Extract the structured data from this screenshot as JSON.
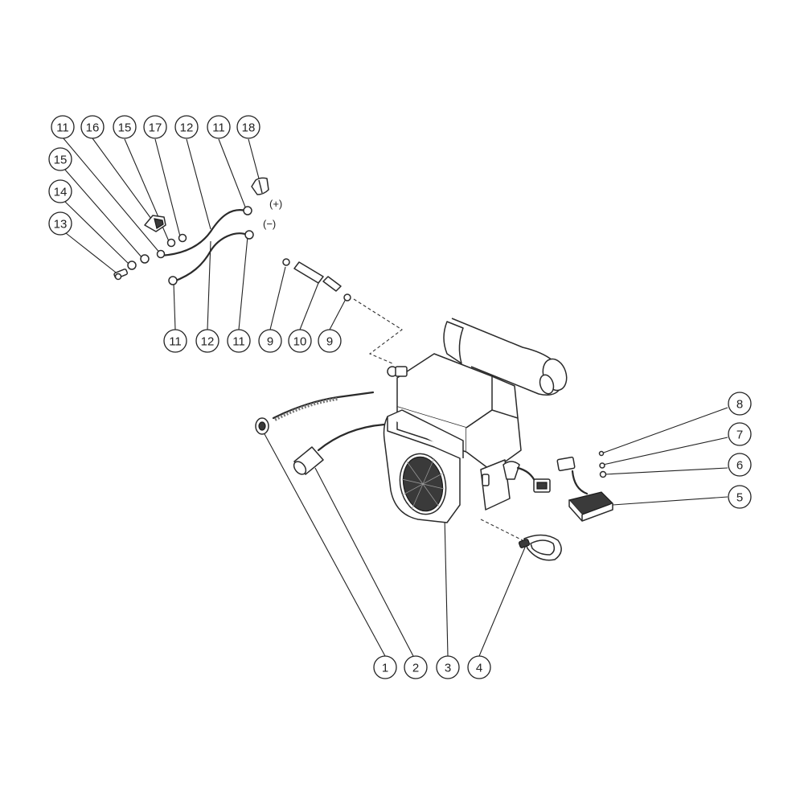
{
  "polarity": {
    "positive": "(+)",
    "negative": "(−)"
  },
  "callouts": [
    {
      "id": "c-11-top-a",
      "label": "11"
    },
    {
      "id": "c-16",
      "label": "16"
    },
    {
      "id": "c-15-top",
      "label": "15"
    },
    {
      "id": "c-17",
      "label": "17"
    },
    {
      "id": "c-12-top",
      "label": "12"
    },
    {
      "id": "c-11-top-b",
      "label": "11"
    },
    {
      "id": "c-18",
      "label": "18"
    },
    {
      "id": "c-15-left",
      "label": "15"
    },
    {
      "id": "c-14",
      "label": "14"
    },
    {
      "id": "c-13",
      "label": "13"
    },
    {
      "id": "c-11-bot-a",
      "label": "11"
    },
    {
      "id": "c-12-bot",
      "label": "12"
    },
    {
      "id": "c-11-bot-b",
      "label": "11"
    },
    {
      "id": "c-9-a",
      "label": "9"
    },
    {
      "id": "c-10",
      "label": "10"
    },
    {
      "id": "c-9-b",
      "label": "9"
    },
    {
      "id": "c-8",
      "label": "8"
    },
    {
      "id": "c-7",
      "label": "7"
    },
    {
      "id": "c-6",
      "label": "6"
    },
    {
      "id": "c-5",
      "label": "5"
    },
    {
      "id": "c-1",
      "label": "1"
    },
    {
      "id": "c-2",
      "label": "2"
    },
    {
      "id": "c-3",
      "label": "3"
    },
    {
      "id": "c-4",
      "label": "4"
    }
  ]
}
